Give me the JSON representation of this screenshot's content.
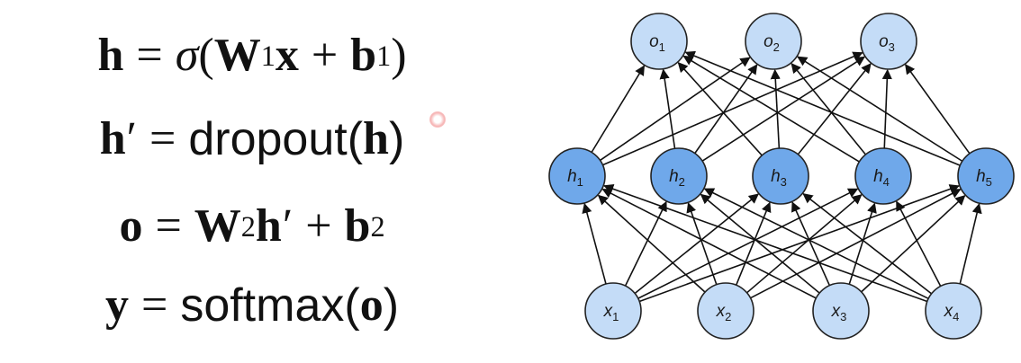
{
  "equations": [
    {
      "parts": [
        {
          "t": "h",
          "cls": "serif b"
        },
        {
          "t": "=",
          "cls": "op"
        },
        {
          "t": "σ",
          "cls": "serif it"
        },
        {
          "t": "(",
          "cls": "serif"
        },
        {
          "t": "W",
          "cls": "serif b"
        },
        {
          "t": "1",
          "cls": "sub"
        },
        {
          "t": "x",
          "cls": "serif b"
        },
        {
          "t": "+",
          "cls": "op"
        },
        {
          "t": "b",
          "cls": "serif b"
        },
        {
          "t": "1",
          "cls": "sub"
        },
        {
          "t": ")",
          "cls": "serif"
        }
      ]
    },
    {
      "parts": [
        {
          "t": "h",
          "cls": "serif b"
        },
        {
          "t": "′",
          "cls": "prime"
        },
        {
          "t": "=",
          "cls": "op"
        },
        {
          "t": "dropout(",
          "cls": "sans"
        },
        {
          "t": "h",
          "cls": "serif b"
        },
        {
          "t": ")",
          "cls": "sans"
        }
      ]
    },
    {
      "parts": [
        {
          "t": "o",
          "cls": "serif b"
        },
        {
          "t": "=",
          "cls": "op"
        },
        {
          "t": "W",
          "cls": "serif b"
        },
        {
          "t": "2",
          "cls": "sub"
        },
        {
          "t": "h",
          "cls": "serif b"
        },
        {
          "t": "′",
          "cls": "prime"
        },
        {
          "t": "+",
          "cls": "op"
        },
        {
          "t": "b",
          "cls": "serif b"
        },
        {
          "t": "2",
          "cls": "sub"
        }
      ]
    },
    {
      "parts": [
        {
          "t": "y",
          "cls": "serif b"
        },
        {
          "t": "=",
          "cls": "op"
        },
        {
          "t": "softmax(",
          "cls": "sans"
        },
        {
          "t": "o",
          "cls": "serif b"
        },
        {
          "t": ")",
          "cls": "sans"
        }
      ]
    }
  ],
  "network": {
    "layers": [
      {
        "name": "output",
        "fill": "#c4dcf7",
        "nodes": [
          {
            "base": "o",
            "sub": "1"
          },
          {
            "base": "o",
            "sub": "2"
          },
          {
            "base": "o",
            "sub": "3"
          }
        ]
      },
      {
        "name": "hidden",
        "fill": "#6fa8ea",
        "nodes": [
          {
            "base": "h",
            "sub": "1"
          },
          {
            "base": "h",
            "sub": "2"
          },
          {
            "base": "h",
            "sub": "3"
          },
          {
            "base": "h",
            "sub": "4"
          },
          {
            "base": "h",
            "sub": "5"
          }
        ]
      },
      {
        "name": "input",
        "fill": "#c4dcf7",
        "nodes": [
          {
            "base": "x",
            "sub": "1"
          },
          {
            "base": "x",
            "sub": "2"
          },
          {
            "base": "x",
            "sub": "3"
          },
          {
            "base": "x",
            "sub": "4"
          }
        ]
      }
    ],
    "node_stroke": "#222222",
    "edge_color": "#111111"
  }
}
